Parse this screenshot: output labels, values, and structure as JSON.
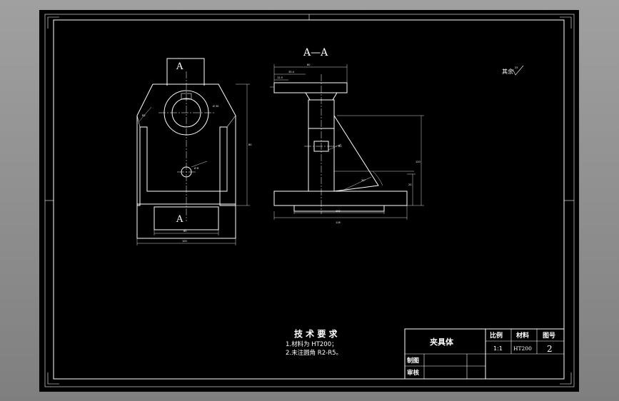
{
  "drawing": {
    "section_label": "A—A",
    "cut_label_top": "A",
    "cut_label_bottom": "A",
    "roughness_note": "其余",
    "roughness_value": "25",
    "dims": {
      "top_width": "80",
      "top_inner": "35.4",
      "top_small": "12.5",
      "right_height": "80",
      "base_mid": "60",
      "base_outer": "100",
      "bottom_outer": "116",
      "bottom_inner": "80",
      "section_base": "100",
      "section_base_outer": "116",
      "section_height": "120",
      "section_step": "20",
      "hole_dia": "Ø 8",
      "bore_dia": "Ø 30",
      "angle": "30°",
      "r_small": "R5",
      "chamfer": "R2"
    }
  },
  "tech": {
    "title": "技 术 要 求",
    "line1": "1.材料为 HT200；",
    "line2": "2.未注圆角 R2-R5。"
  },
  "titleblock": {
    "part_name": "夹具体",
    "scale_label": "比例",
    "material_label": "材料",
    "drawing_no_label": "图号",
    "scale_value": "1:1",
    "material_value": "HT200",
    "drawing_no_value": "2",
    "drawn_label": "制图",
    "checked_label": "审核"
  },
  "colors": {
    "background": "#000000",
    "lines": "#ffffff",
    "viewport": "#8c8c8c"
  }
}
